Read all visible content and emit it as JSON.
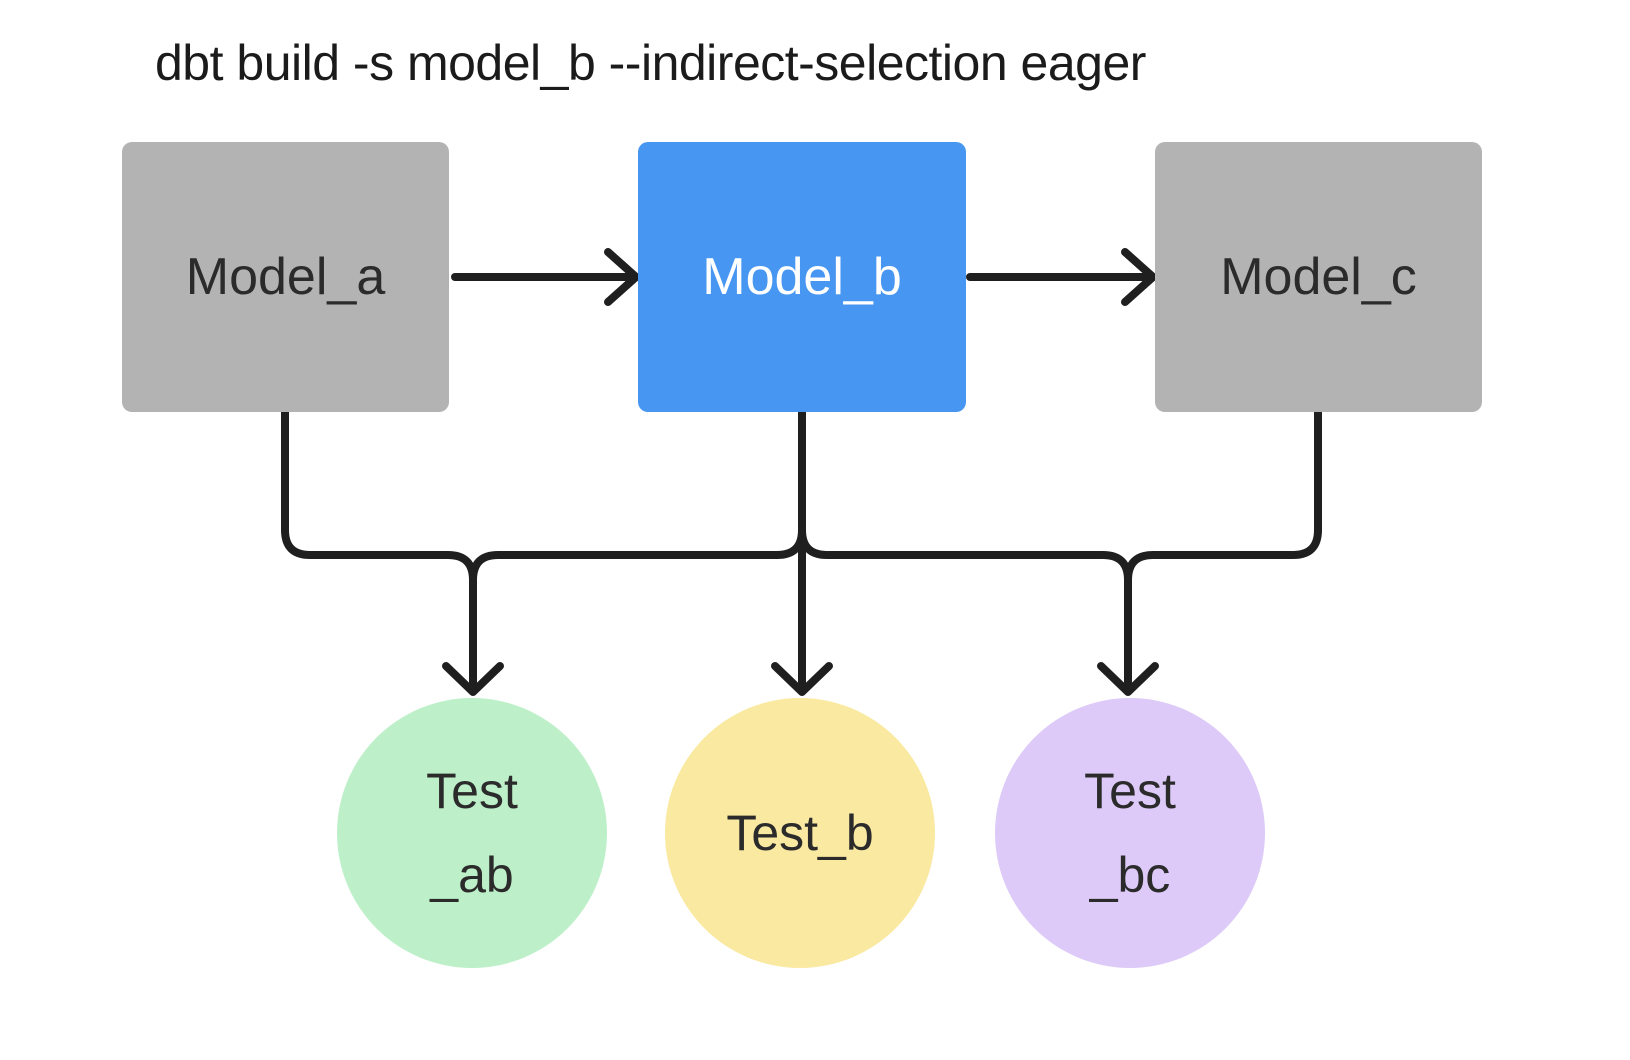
{
  "title": "dbt build -s model_b --indirect-selection eager",
  "diagram": {
    "background_color": "#ffffff",
    "edge_color": "#1f1f1f",
    "nodes": {
      "model_a": {
        "label": "Model_a",
        "type": "model",
        "selected": false,
        "color": "#b3b3b3",
        "text_color": "#2b2b2b"
      },
      "model_b": {
        "label": "Model_b",
        "type": "model",
        "selected": true,
        "color": "#4796f2",
        "text_color": "#ffffff"
      },
      "model_c": {
        "label": "Model_c",
        "type": "model",
        "selected": false,
        "color": "#b3b3b3",
        "text_color": "#2b2b2b"
      },
      "test_ab": {
        "lines": [
          "Test",
          "_ab"
        ],
        "type": "test",
        "color": "#bdf0c9",
        "text_color": "#2b2b2b"
      },
      "test_b": {
        "lines": [
          "Test_b"
        ],
        "type": "test",
        "color": "#fae9a1",
        "text_color": "#2b2b2b"
      },
      "test_bc": {
        "lines": [
          "Test",
          "_bc"
        ],
        "type": "test",
        "color": "#ddcaf8",
        "text_color": "#2b2b2b"
      }
    },
    "edges": [
      {
        "from": "model_a",
        "to": "model_b"
      },
      {
        "from": "model_b",
        "to": "model_c"
      },
      {
        "from": "model_a",
        "to": "test_ab"
      },
      {
        "from": "model_b",
        "to": "test_ab"
      },
      {
        "from": "model_b",
        "to": "test_b"
      },
      {
        "from": "model_b",
        "to": "test_bc"
      },
      {
        "from": "model_c",
        "to": "test_bc"
      }
    ]
  }
}
